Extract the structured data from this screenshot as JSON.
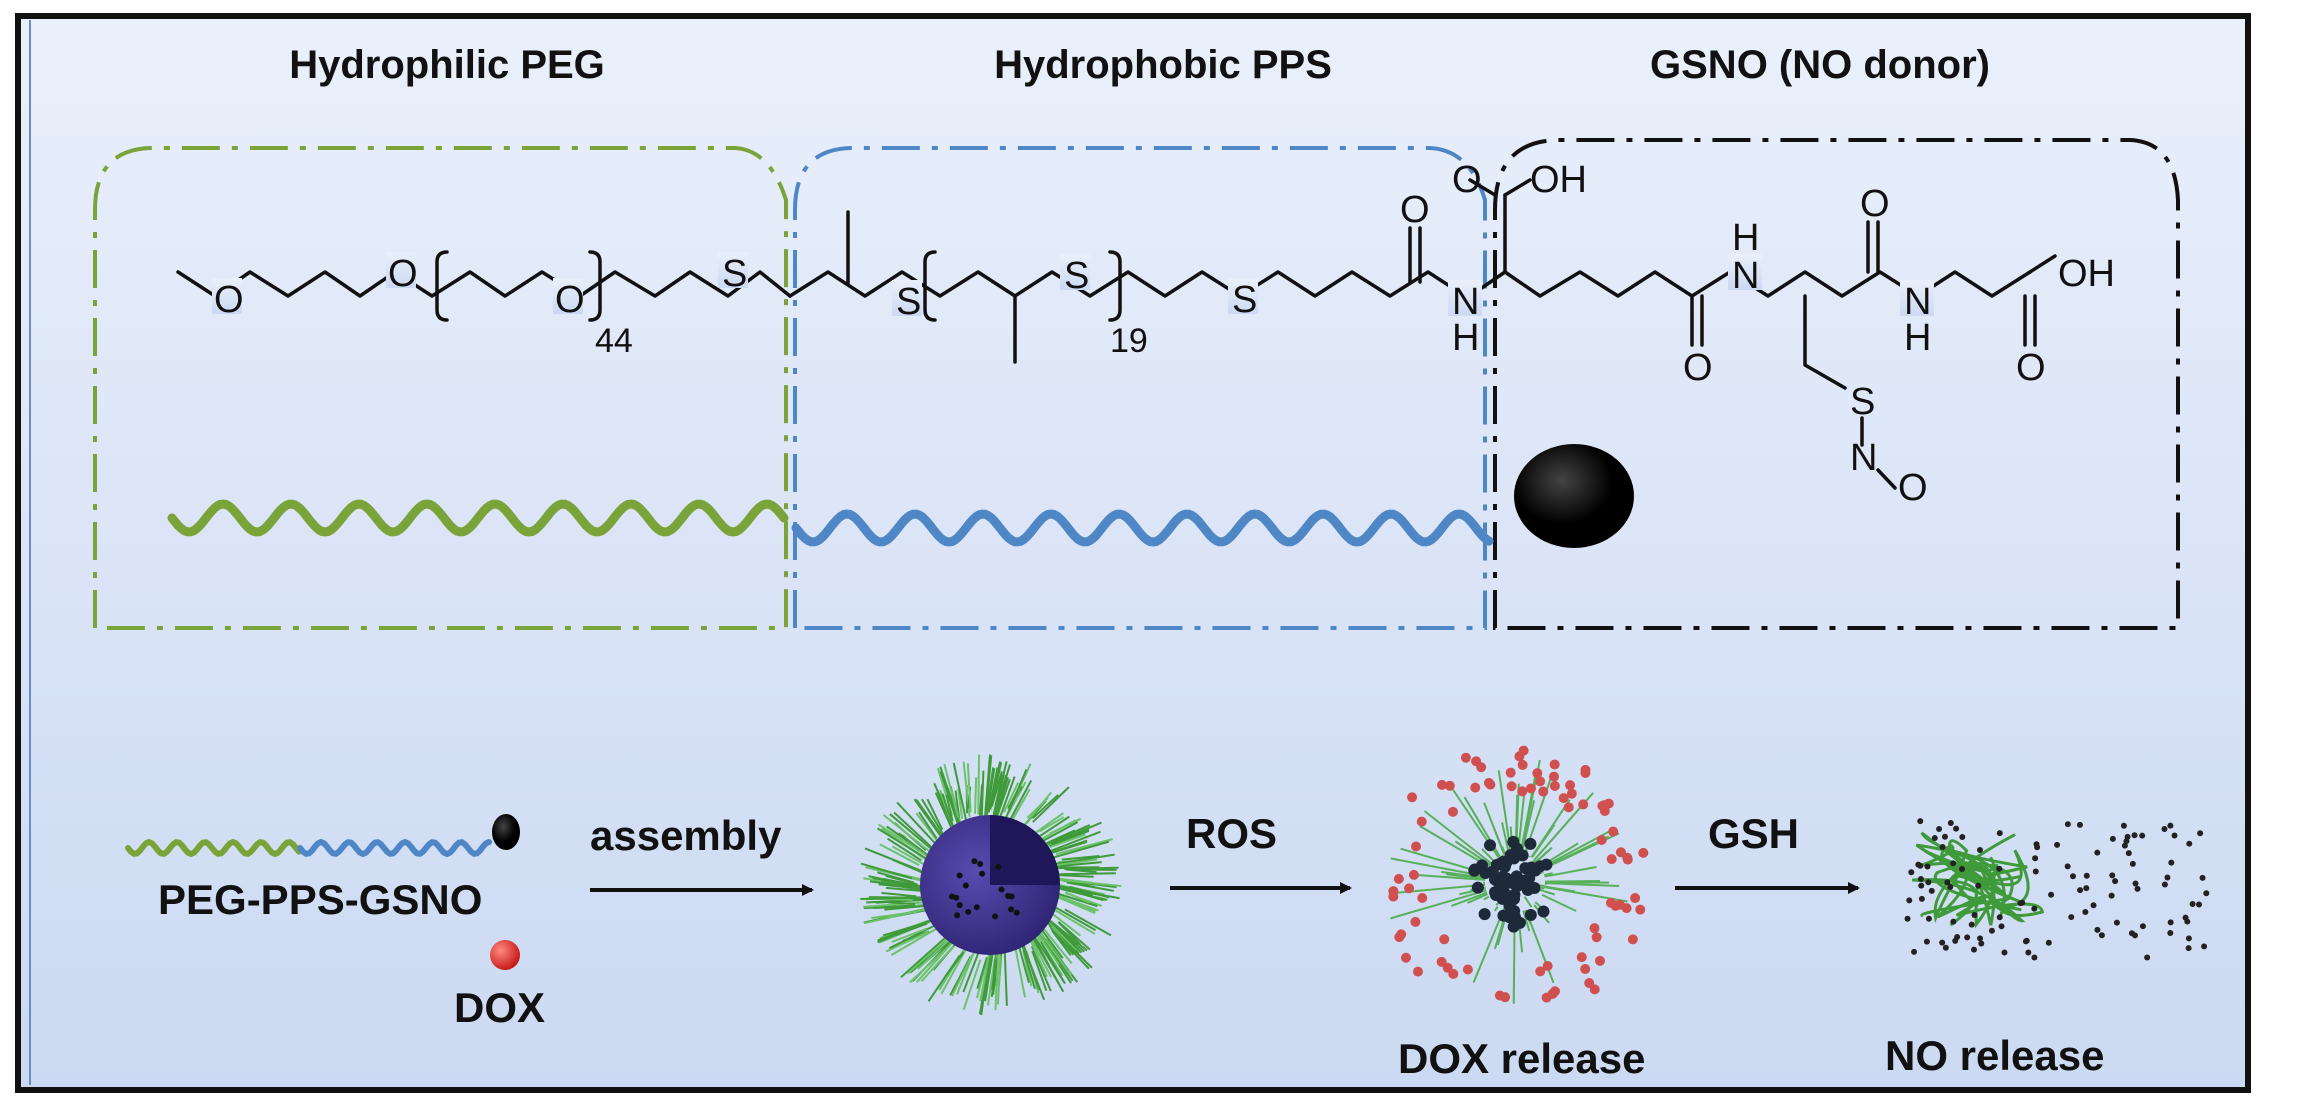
{
  "headers": {
    "peg": "Hydrophilic PEG",
    "pps": "Hydrophobic PPS",
    "gsno": "GSNO (NO donor)"
  },
  "chem": {
    "o1": "O",
    "o2": "O",
    "o3": "O",
    "peg_n": "44",
    "s1": "S",
    "s2": "S",
    "s3": "S",
    "pps_n": "19",
    "o_co1": "O",
    "nh1_n": "N",
    "nh1_h": "H",
    "acid_o": "O",
    "acid_oh": "OH",
    "o_co2": "O",
    "nh2_n": "N",
    "nh2_h": "H",
    "o_co3": "O",
    "nh3_n": "N",
    "nh3_h": "H",
    "acid2_oh": "OH",
    "o_co4": "O",
    "sno_s": "S",
    "sno_n": "N",
    "sno_o": "O"
  },
  "process": {
    "polymer_label": "PEG-PPS-GSNO",
    "dox_label": "DOX",
    "step1": "assembly",
    "step2": "ROS",
    "step3": "GSH",
    "result1": "DOX release",
    "result2": "NO release"
  },
  "colors": {
    "peg_green": "#7aa43a",
    "pps_blue": "#4f86c6",
    "dox_red": "#d8252a",
    "background_top": "#e6eefb",
    "background_bottom": "#cfdcf3"
  }
}
